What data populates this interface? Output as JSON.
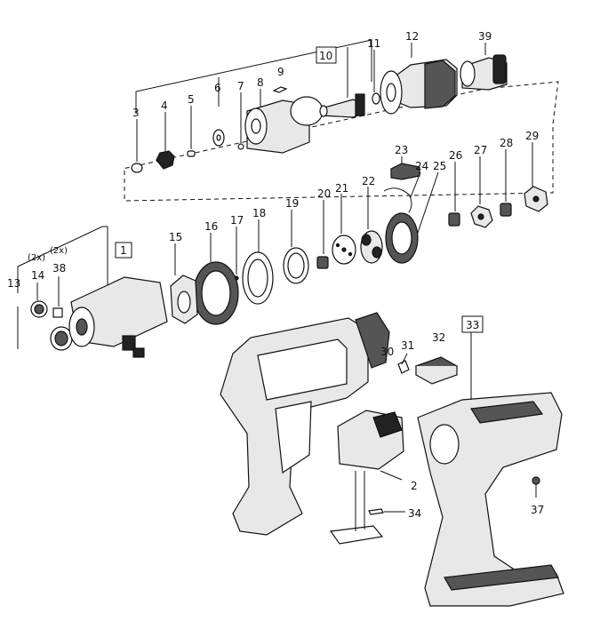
{
  "labels": {
    "n1": "1",
    "n2": "2",
    "n3": "3",
    "n4": "4",
    "n5": "5",
    "n6": "6",
    "n7": "7",
    "n8": "8",
    "n9": "9",
    "n10": "10",
    "n11": "11",
    "n12": "12",
    "n13": "13",
    "n14": "14",
    "n15": "15",
    "n16": "16",
    "n17": "17",
    "n18": "18",
    "n19": "19",
    "n20": "20",
    "n21": "21",
    "n22": "22",
    "n23": "23",
    "n24": "24",
    "n25": "25",
    "n26": "26",
    "n27": "27",
    "n28": "28",
    "n29": "29",
    "n30": "30",
    "n31": "31",
    "n32": "32",
    "n33": "33",
    "n34": "34",
    "n37": "37",
    "n38": "38",
    "n39": "39",
    "qty14": "(2x)",
    "qty38": "(2x)"
  }
}
